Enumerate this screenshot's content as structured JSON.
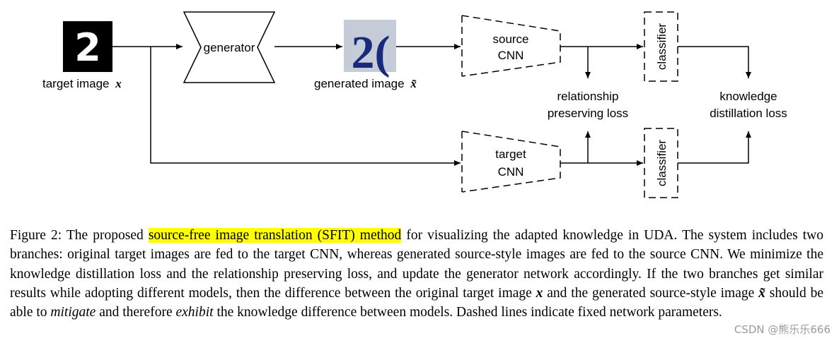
{
  "diagram": {
    "target_image_label": "target image",
    "target_image_symbol": "x",
    "generator_label": "generator",
    "generated_image_label": "generated image",
    "generated_image_symbol": "x̃",
    "source_cnn_line1": "source",
    "source_cnn_line2": "CNN",
    "target_cnn_line1": "target",
    "target_cnn_line2": "CNN",
    "classifier_top_label": "classifier",
    "classifier_bottom_label": "classifier",
    "relationship_loss_line1": "relationship",
    "relationship_loss_line2": "preserving loss",
    "kd_loss_line1": "knowledge",
    "kd_loss_line2": "distillation loss",
    "target_digit": "2",
    "generated_digit": "2("
  },
  "caption": {
    "prefix": "Figure 2: The proposed ",
    "highlight": "source-free image translation (SFIT) method",
    "part1": " for visualizing the adapted knowledge in UDA. The system includes two branches: original target images are fed to the target CNN, whereas generated source-style images are fed to the source CNN. We minimize the knowledge distillation loss and the relationship preserving loss, and update the generator network accordingly. If the two branches get similar results while adopting different models, then the difference between the original target image ",
    "sym_x": "x",
    "part2": " and the generated source-style image ",
    "sym_xt": "x̃",
    "part3": " should be able to ",
    "mitigate": "mitigate",
    "part4": " and therefore ",
    "exhibit": "exhibit",
    "part5": " the knowledge difference between models. Dashed lines indicate fixed network parameters."
  },
  "watermark": "CSDN @熊乐乐666"
}
